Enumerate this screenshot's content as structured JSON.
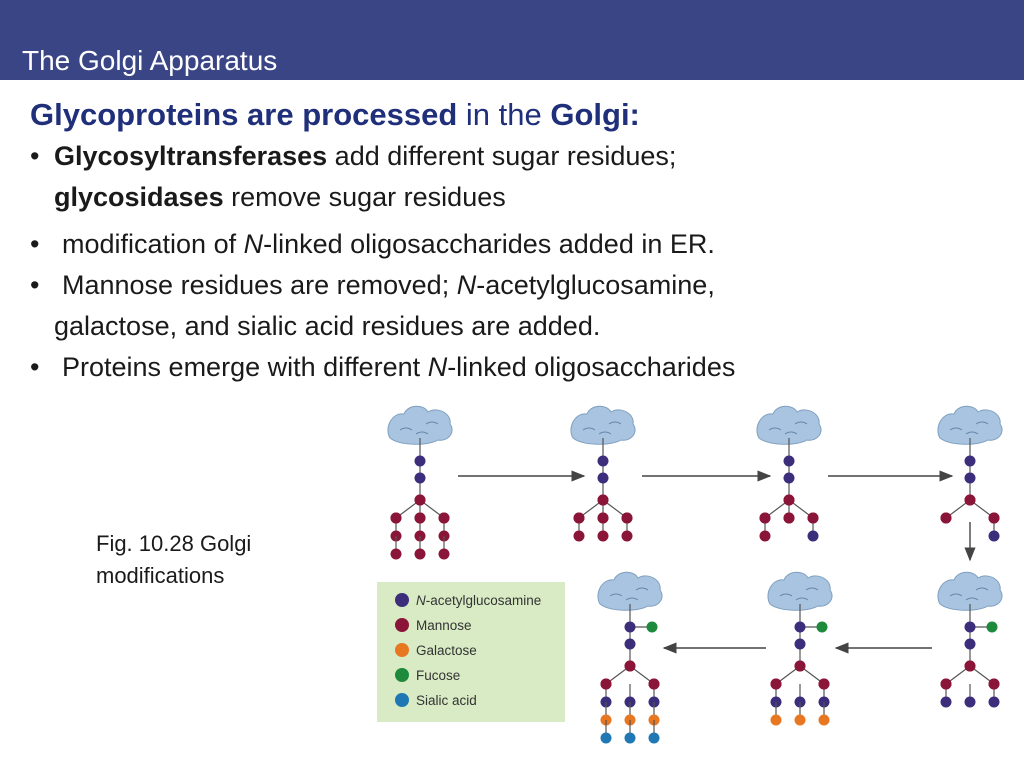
{
  "slide": {
    "title": "The Golgi Apparatus",
    "heading": {
      "part1": "Glycoproteins are processed",
      "part2": " in the ",
      "part3": "Golgi:"
    },
    "bullets": [
      {
        "symbol": "•",
        "bold": "Glycosyltransferases",
        "text": " add different sugar residues;",
        "line2_bold": "glycosidases",
        "line2_text": " remove sugar residues"
      },
      {
        "symbol": "•",
        "pre": "modification of ",
        "italic": "N",
        "post": "-linked oligosaccharides added in ER."
      },
      {
        "symbol": "•",
        "pre": "Mannose residues are  removed; ",
        "italic": "N",
        "post": "-acetylglucosamine,",
        "line2": "galactose, and sialic acid residues are added."
      },
      {
        "symbol": "•",
        "pre": "Proteins emerge with different ",
        "italic": "N",
        "post": "-linked oligosaccharides"
      }
    ],
    "caption": {
      "line1": "Fig. 10.28   Golgi",
      "line2": "modifications"
    }
  },
  "figure": {
    "legend": [
      {
        "italic": "N",
        "label": "-acetylglucosamine",
        "color": "#3d2e7c"
      },
      {
        "italic": "",
        "label": "Mannose",
        "color": "#8a1538"
      },
      {
        "italic": "",
        "label": "Galactose",
        "color": "#e87722"
      },
      {
        "italic": "",
        "label": "Fucose",
        "color": "#1e8a3c"
      },
      {
        "italic": "",
        "label": "Sialic acid",
        "color": "#1f77b4"
      }
    ],
    "legend_bg": "#d8ebc4",
    "protein_color": "#a9c4e0"
  }
}
